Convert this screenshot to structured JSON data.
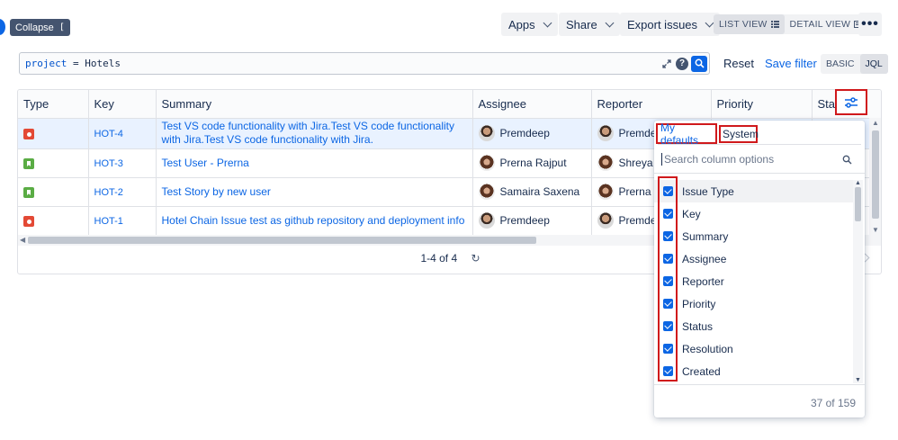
{
  "toolbar": {
    "collapse_label": "Collapse",
    "collapse_icon": "[",
    "apps_label": "Apps",
    "share_label": "Share",
    "export_label": "Export issues",
    "list_view_label": "LIST VIEW",
    "detail_view_label": "DETAIL VIEW",
    "more_label": "•••"
  },
  "search": {
    "jql_field": "project",
    "jql_operator": "=",
    "jql_value": "Hotels",
    "help_label": "?",
    "reset_label": "Reset",
    "save_filter_label": "Save filter",
    "basic_label": "BASIC",
    "jql_label": "JQL"
  },
  "table": {
    "columns": [
      "Type",
      "Key",
      "Summary",
      "Assignee",
      "Reporter",
      "Priority",
      "Status"
    ],
    "rows": [
      {
        "type": "bug",
        "key": "HOT-4",
        "summary": "Test VS code functionality with Jira.Test VS code functionality with Jira.Test VS code functionality with Jira.",
        "assignee": "Premdeep",
        "reporter": "Premdeep"
      },
      {
        "type": "story",
        "key": "HOT-3",
        "summary": "Test User - Prerna",
        "assignee": "Prerna Rajput",
        "reporter": "Shreya Das"
      },
      {
        "type": "story",
        "key": "HOT-2",
        "summary": "Test Story by new user",
        "assignee": "Samaira Saxena",
        "reporter": "Prerna Rajput"
      },
      {
        "type": "bug",
        "key": "HOT-1",
        "summary": "Hotel Chain Issue test as github repository and deployment info",
        "assignee": "Premdeep",
        "reporter": "Premdeep"
      }
    ],
    "pagination": "1-4 of 4",
    "refresh_icon": "↻"
  },
  "column_panel": {
    "tab_my_defaults": "My defaults",
    "tab_system": "System",
    "search_placeholder": "Search column options",
    "items": [
      "Issue Type",
      "Key",
      "Summary",
      "Assignee",
      "Reporter",
      "Priority",
      "Status",
      "Resolution",
      "Created"
    ],
    "count": "37 of 159"
  },
  "colors": {
    "accent": "#0c66e4",
    "highlight": "#d0191c",
    "bug": "#e34935",
    "story": "#5aac44"
  }
}
